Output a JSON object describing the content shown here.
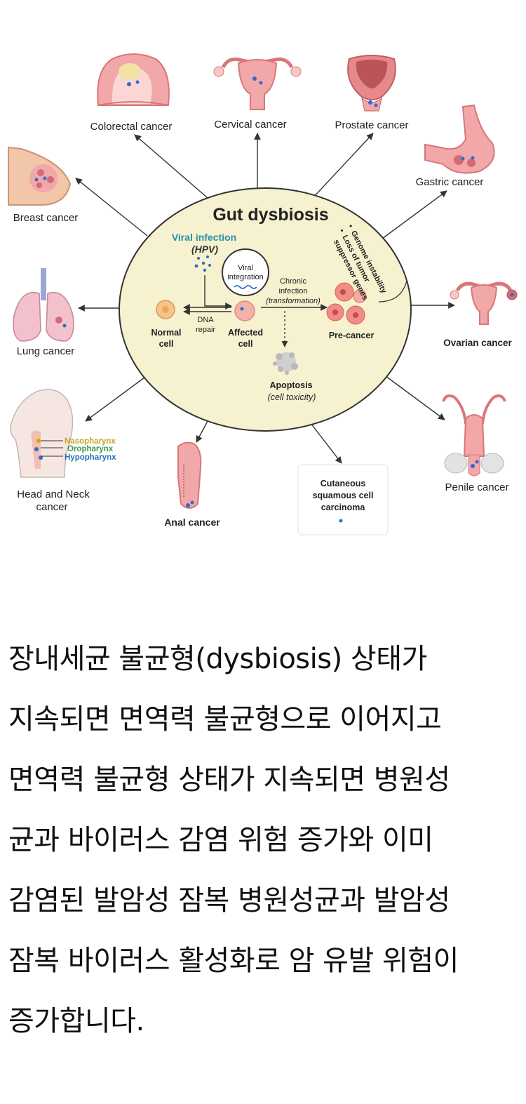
{
  "diagram": {
    "title": "Gut dysbiosis",
    "cancers": {
      "colorectal": "Colorectal cancer",
      "cervical": "Cervical cancer",
      "prostate": "Prostate cancer",
      "gastric": "Gastric cancer",
      "breast": "Breast cancer",
      "lung": "Lung cancer",
      "ovarian": "Ovarian cancer",
      "head_neck": [
        "Head and Neck",
        "cancer"
      ],
      "anal": "Anal cancer",
      "cutaneous": [
        "Cutaneous",
        "squamous cell",
        "carcinoma"
      ],
      "penile": "Penile cancer"
    },
    "pharynx": [
      "Nasopharynx",
      "Oropharynx",
      "Hypopharynx"
    ],
    "inner": {
      "viral_infection": "Viral infection",
      "hpv": "(HPV)",
      "viral_integration": [
        "Viral",
        "integration"
      ],
      "chronic_infection": [
        "Chronic",
        "infection",
        "(transformation)"
      ],
      "normal_cell": [
        "Normal",
        "cell"
      ],
      "dna_repair": [
        "DNA",
        "repair"
      ],
      "affected_cell": [
        "Affected",
        "cell"
      ],
      "pre_cancer": "Pre-cancer",
      "apoptosis": "Apoptosis",
      "cell_toxicity": "(cell toxicity)",
      "genome_instability": "Genome instability",
      "loss_tumor": [
        "Loss of tumor",
        "suppressor genes"
      ]
    },
    "colors": {
      "circle_fill": "#f6f1cf",
      "organ_pink": "#f2a7a9",
      "organ_dark": "#d9767a",
      "viral_text": "#2a8fa8",
      "virus_blue": "#2b6cd1",
      "naso": "#c9a227",
      "oro": "#3c9a4a",
      "hypo": "#2d6cb4"
    }
  },
  "article": {
    "lines": [
      "장내세균 불균형(dysbiosis) 상태가",
      "지속되면 면역력 불균형으로 이어지고",
      "면역력 불균형 상태가 지속되면 병원성",
      "균과 바이러스 감염 위험 증가와 이미",
      "감염된 발암성 잠복 병원성균과 발암성",
      "잠복 바이러스 활성화로 암 유발 위험이",
      "증가합니다."
    ]
  }
}
